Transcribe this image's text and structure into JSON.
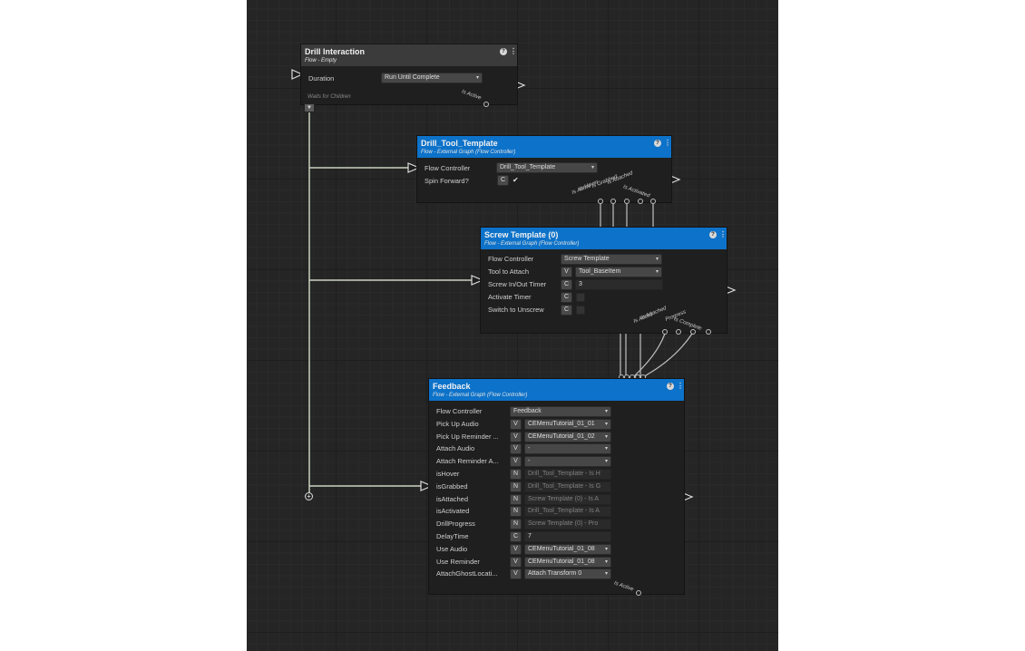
{
  "drill_interaction": {
    "title": "Drill Interaction",
    "subtitle": "Flow - Empty",
    "duration_label": "Duration",
    "duration_value": "Run Until Complete",
    "waits_note": "Waits for Children",
    "is_active_label": "Is Active",
    "children_tab": "▼"
  },
  "drill_tool": {
    "title": "Drill_Tool_Template",
    "subtitle": "Flow - External Graph (Flow Controller)",
    "rows": [
      {
        "label": "Flow Controller",
        "value": "Drill_Tool_Template"
      },
      {
        "label": "Spin Forward?",
        "badge": "C",
        "check": "✔"
      }
    ],
    "outputs": [
      "Is Active",
      "Is Hover",
      "Is Grabbed",
      "Is Attached",
      "Is Activated"
    ]
  },
  "screw_template": {
    "title": "Screw Template (0)",
    "subtitle": "Flow - External Graph (Flow Controller)",
    "rows": [
      {
        "label": "Flow Controller",
        "value": "Screw Template"
      },
      {
        "label": "Tool to Attach",
        "badge": "V",
        "value": "Tool_BaseItem"
      },
      {
        "label": "Screw In/Out Timer",
        "badge": "C",
        "value": "3"
      },
      {
        "label": "Activate Timer",
        "badge": "C"
      },
      {
        "label": "Switch to Unscrew",
        "badge": "C"
      }
    ],
    "outputs": [
      "Is Active",
      "Is Attached",
      "Progress",
      "Is Complete"
    ]
  },
  "feedback": {
    "title": "Feedback",
    "subtitle": "Flow - External Graph (Flow Controller)",
    "rows": [
      {
        "label": "Flow Controller",
        "value": "Feedback"
      },
      {
        "label": "Pick Up Audio",
        "badge": "V",
        "value": "CEMenuTutorial_01_01"
      },
      {
        "label": "Pick Up Reminder ...",
        "badge": "V",
        "value": "CEMenuTutorial_01_02"
      },
      {
        "label": "Attach Audio",
        "badge": "V",
        "value": "-"
      },
      {
        "label": "Attach Reminder A...",
        "badge": "V",
        "value": "-"
      },
      {
        "label": "isHover",
        "badge": "N",
        "value": "Drill_Tool_Template - Is H"
      },
      {
        "label": "isGrabbed",
        "badge": "N",
        "value": "Drill_Tool_Template - Is G"
      },
      {
        "label": "isAttached",
        "badge": "N",
        "value": "Screw Template (0) - Is A"
      },
      {
        "label": "isActivated",
        "badge": "N",
        "value": "Drill_Tool_Template - Is A"
      },
      {
        "label": "DrillProgress",
        "badge": "N",
        "value": "Screw Template (0) - Pro"
      },
      {
        "label": "DelayTime",
        "badge": "C",
        "value": "7"
      },
      {
        "label": "Use Audio",
        "badge": "V",
        "value": "CEMenuTutorial_01_08"
      },
      {
        "label": "Use Reminder",
        "badge": "V",
        "value": "CEMenuTutorial_01_08"
      },
      {
        "label": "AttachGhostLocati...",
        "badge": "V",
        "value": "Attach Transform 0"
      }
    ],
    "is_active_label": "Is Active"
  },
  "add_button": "+",
  "help_glyph": "?",
  "menu_glyph": "⋮",
  "caret_glyph": "▾",
  "colors": {
    "canvas": "#252525",
    "header_blue": "#0d72c9",
    "header_gray": "#3b3b3b",
    "wire": "#c9d3c0"
  }
}
